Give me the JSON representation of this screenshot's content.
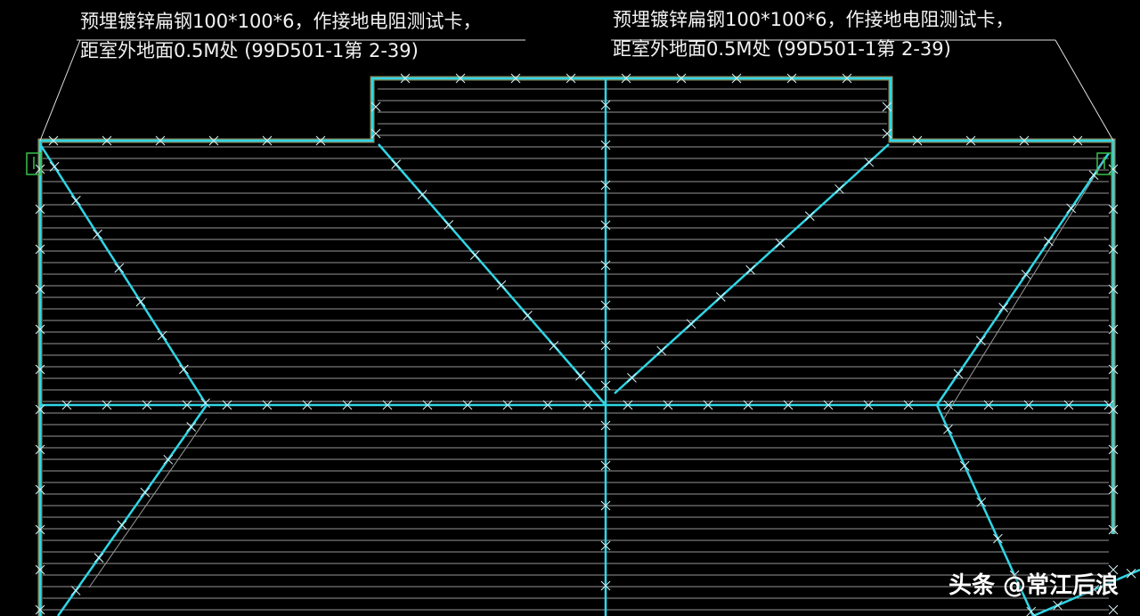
{
  "annotations": [
    {
      "line1": "预埋镀锌扁钢100*100*6，作接地电阻测试卡，",
      "line2": "距室外地面0.5M处 (99D501-1第   2-39)"
    },
    {
      "line1": "预埋镀锌扁钢100*100*6，作接地电阻测试卡，",
      "line2": "距室外地面0.5M处 (99D501-1第   2-39)"
    }
  ],
  "watermark": "头条 @常江后浪",
  "colors": {
    "background": "#000000",
    "lightning_conductor": "#2fd6e6",
    "roof_hatch": "#c8c8c8",
    "outline_inner": "#8a8a5a",
    "test_box": "#39c24a",
    "text": "#f2f2f2"
  }
}
